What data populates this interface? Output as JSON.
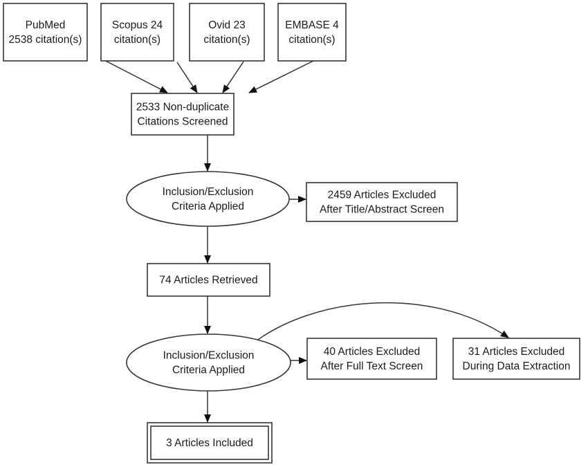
{
  "nodes": [
    {
      "id": "pubmed",
      "kind": "box",
      "lines": [
        "PubMed",
        "2538 citation(s)"
      ]
    },
    {
      "id": "scopus",
      "kind": "box",
      "lines": [
        "Scopus  24",
        "citation(s)"
      ]
    },
    {
      "id": "ovid",
      "kind": "box",
      "lines": [
        "Ovid 23",
        "citation(s)"
      ]
    },
    {
      "id": "embase",
      "kind": "box",
      "lines": [
        "EMBASE 4",
        "citation(s)"
      ]
    },
    {
      "id": "nondup",
      "kind": "box",
      "lines": [
        "2533 Non-duplicate",
        "Citations Screened"
      ]
    },
    {
      "id": "criteria1",
      "kind": "ellipse",
      "lines": [
        "Inclusion/Exclusion",
        "Criteria Applied"
      ]
    },
    {
      "id": "excluded1",
      "kind": "box",
      "lines": [
        "2459 Articles Excluded",
        "After Title/Abstract Screen"
      ]
    },
    {
      "id": "retrieved",
      "kind": "box",
      "lines": [
        "74 Articles Retrieved"
      ]
    },
    {
      "id": "criteria2",
      "kind": "ellipse",
      "lines": [
        "Inclusion/Exclusion",
        "Criteria Applied"
      ]
    },
    {
      "id": "excluded2",
      "kind": "box",
      "lines": [
        "40 Articles Excluded",
        "After Full Text Screen"
      ]
    },
    {
      "id": "excluded3",
      "kind": "box",
      "lines": [
        "31 Articles Excluded",
        "During Data Extraction"
      ]
    },
    {
      "id": "included",
      "kind": "doublebox",
      "lines": [
        "3 Articles Included"
      ]
    }
  ],
  "edges": [
    {
      "from": "pubmed",
      "to": "nondup"
    },
    {
      "from": "scopus",
      "to": "nondup"
    },
    {
      "from": "ovid",
      "to": "nondup"
    },
    {
      "from": "embase",
      "to": "nondup"
    },
    {
      "from": "nondup",
      "to": "criteria1"
    },
    {
      "from": "criteria1",
      "to": "excluded1"
    },
    {
      "from": "criteria1",
      "to": "retrieved"
    },
    {
      "from": "retrieved",
      "to": "criteria2"
    },
    {
      "from": "criteria2",
      "to": "excluded2"
    },
    {
      "from": "criteria2",
      "to": "excluded3",
      "curved": true
    },
    {
      "from": "criteria2",
      "to": "included"
    }
  ]
}
